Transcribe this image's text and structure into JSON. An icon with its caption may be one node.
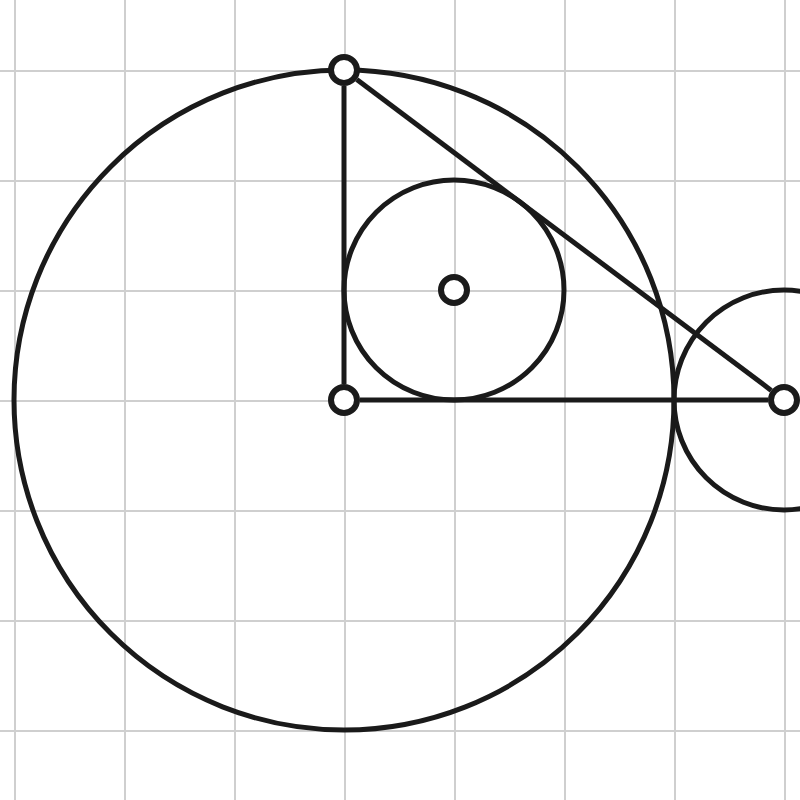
{
  "diagram": {
    "nodes": [
      {
        "text": [],
        "shape": "circle"
      },
      {
        "text": [],
        "shape": "circle"
      },
      {
        "text": [],
        "shape": "circle"
      },
      {
        "text": [],
        "shape": "circle"
      }
    ],
    "edges": [
      {
        "from": 0,
        "to": 2,
        "arrow": "none"
      },
      {
        "from": 0,
        "to": 3,
        "arrow": "none"
      },
      {
        "from": 2,
        "to": 3,
        "arrow": "none"
      }
    ]
  }
}
